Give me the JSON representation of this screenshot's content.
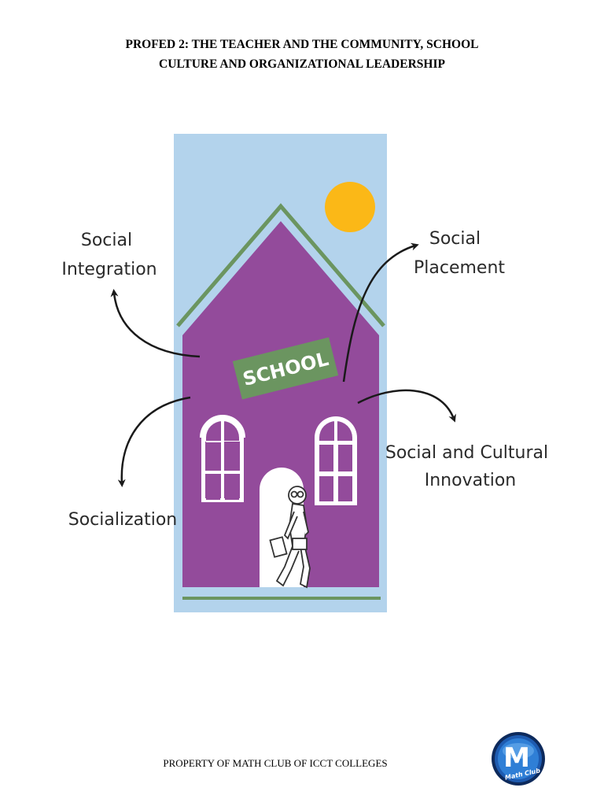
{
  "header": {
    "title_line1": "PROFED 2: THE TEACHER AND THE COMMUNITY, SCHOOL",
    "title_line2": "CULTURE AND ORGANIZATIONAL LEADERSHIP"
  },
  "diagram": {
    "school_sign": "SCHOOL",
    "labels": {
      "social_integration": [
        "Social",
        "Integration"
      ],
      "social_placement": [
        "Social",
        "Placement"
      ],
      "socialization": [
        "Socialization"
      ],
      "social_cultural_innovation": [
        "Social and Cultural",
        "Innovation"
      ]
    },
    "colors": {
      "sky": "#b3d3ec",
      "house": "#934b9b",
      "roof_line": "#6b9560",
      "sign": "#6b9560",
      "sun": "#fbb817",
      "arrow": "#1a1a1a"
    }
  },
  "footer": {
    "text": "PROPERTY OF MATH CLUB OF ICCT COLLEGES",
    "logo_letter": "M",
    "logo_sub": "Math Club"
  }
}
